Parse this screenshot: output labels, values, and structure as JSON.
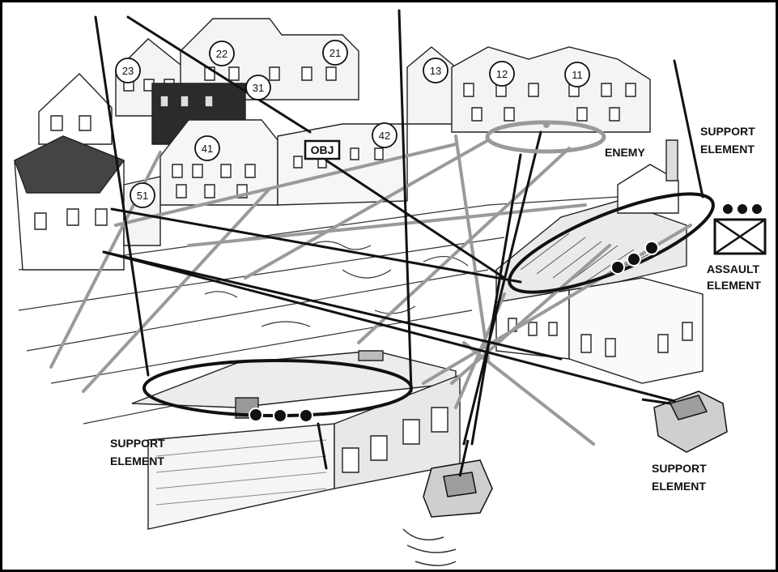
{
  "buildings": [
    {
      "number": "23"
    },
    {
      "number": "22"
    },
    {
      "number": "21"
    },
    {
      "number": "31"
    },
    {
      "number": "13"
    },
    {
      "number": "12"
    },
    {
      "number": "11"
    },
    {
      "number": "41"
    },
    {
      "number": "42"
    },
    {
      "number": "51"
    }
  ],
  "objective": {
    "label": "OBJ"
  },
  "enemy": {
    "label": "ENEMY"
  },
  "support_top_right": {
    "line1": "SUPPORT",
    "line2": "ELEMENT"
  },
  "assault": {
    "line1": "ASSAULT",
    "line2": "ELEMENT"
  },
  "support_bottom_left": {
    "line1": "SUPPORT",
    "line2": "ELEMENT"
  },
  "support_bottom_right": {
    "line1": "SUPPORT",
    "line2": "ELEMENT"
  },
  "colors": {
    "sector_gray": "#9a9a9a",
    "line_black": "#111111",
    "sketch": "#333333"
  }
}
